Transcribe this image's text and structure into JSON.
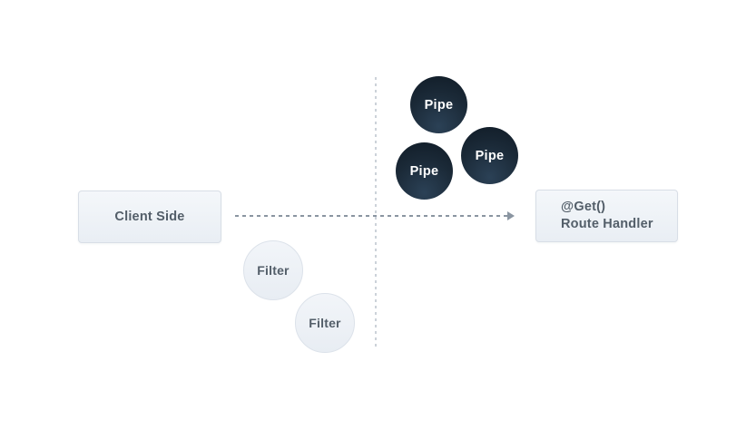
{
  "diagram": {
    "client_box": {
      "label": "Client Side"
    },
    "route_box": {
      "line1": "@Get()",
      "line2": "Route Handler"
    },
    "pipes": [
      {
        "label": "Pipe"
      },
      {
        "label": "Pipe"
      },
      {
        "label": "Pipe"
      }
    ],
    "filters": [
      {
        "label": "Filter"
      },
      {
        "label": "Filter"
      }
    ],
    "colors": {
      "background": "#ffffff",
      "box_background_top": "#f4f7fa",
      "box_background_bottom": "#e9eef4",
      "box_border": "#d8dee6",
      "box_text": "#535e69",
      "pipe_background_dark": "#101b26",
      "pipe_background_light": "#2b4156",
      "pipe_text": "#ffffff",
      "filter_background": "#edf1f6",
      "filter_border": "#dce2ea",
      "filter_text": "#535e69",
      "arrow_dash": "#8a95a1",
      "divider_dash": "#ccd2d9"
    }
  }
}
